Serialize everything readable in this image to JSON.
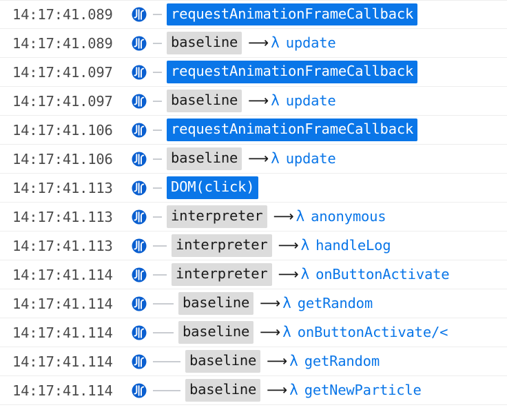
{
  "view": {
    "name": "javascript-profiler-call-tree",
    "icon_label": "javascript-engine-icon",
    "colors": {
      "event_highlight": "#0a76e8",
      "category_badge": "#dcdcdc",
      "function_name": "#0a76e8",
      "timestamp_text": "#4a4a4a",
      "row_divider": "#ededed",
      "indent_line": "#c9ccd1",
      "background": "#ffffff"
    },
    "symbols": {
      "arrow": "⟶",
      "lambda": "λ"
    }
  },
  "rows": [
    {
      "timestamp": "14:17:41.089",
      "engine": "javascript-engine-icon",
      "depth": 0,
      "kind": "event",
      "badge": "requestAnimationFrameCallback",
      "arrow": "",
      "lambda": "",
      "function": ""
    },
    {
      "timestamp": "14:17:41.089",
      "engine": "javascript-engine-icon",
      "depth": 0,
      "kind": "category",
      "badge": "baseline",
      "arrow": "⟶",
      "lambda": "λ",
      "function": "update"
    },
    {
      "timestamp": "14:17:41.097",
      "engine": "javascript-engine-icon",
      "depth": 0,
      "kind": "event",
      "badge": "requestAnimationFrameCallback",
      "arrow": "",
      "lambda": "",
      "function": ""
    },
    {
      "timestamp": "14:17:41.097",
      "engine": "javascript-engine-icon",
      "depth": 0,
      "kind": "category",
      "badge": "baseline",
      "arrow": "⟶",
      "lambda": "λ",
      "function": "update"
    },
    {
      "timestamp": "14:17:41.106",
      "engine": "javascript-engine-icon",
      "depth": 0,
      "kind": "event",
      "badge": "requestAnimationFrameCallback",
      "arrow": "",
      "lambda": "",
      "function": ""
    },
    {
      "timestamp": "14:17:41.106",
      "engine": "javascript-engine-icon",
      "depth": 0,
      "kind": "category",
      "badge": "baseline",
      "arrow": "⟶",
      "lambda": "λ",
      "function": "update"
    },
    {
      "timestamp": "14:17:41.113",
      "engine": "javascript-engine-icon",
      "depth": 0,
      "kind": "event",
      "badge": "DOM(click)",
      "arrow": "",
      "lambda": "",
      "function": ""
    },
    {
      "timestamp": "14:17:41.113",
      "engine": "javascript-engine-icon",
      "depth": 0,
      "kind": "category",
      "badge": "interpreter",
      "arrow": "⟶",
      "lambda": "λ",
      "function": "anonymous"
    },
    {
      "timestamp": "14:17:41.113",
      "engine": "javascript-engine-icon",
      "depth": 1,
      "kind": "category",
      "badge": "interpreter",
      "arrow": "⟶",
      "lambda": "λ",
      "function": "handleLog"
    },
    {
      "timestamp": "14:17:41.114",
      "engine": "javascript-engine-icon",
      "depth": 1,
      "kind": "category",
      "badge": "interpreter",
      "arrow": "⟶",
      "lambda": "λ",
      "function": "onButtonActivate"
    },
    {
      "timestamp": "14:17:41.114",
      "engine": "javascript-engine-icon",
      "depth": 2,
      "kind": "category",
      "badge": "baseline",
      "arrow": "⟶",
      "lambda": "λ",
      "function": "getRandom"
    },
    {
      "timestamp": "14:17:41.114",
      "engine": "javascript-engine-icon",
      "depth": 2,
      "kind": "category",
      "badge": "baseline",
      "arrow": "⟶",
      "lambda": "λ",
      "function": "onButtonActivate/<"
    },
    {
      "timestamp": "14:17:41.114",
      "engine": "javascript-engine-icon",
      "depth": 3,
      "kind": "category",
      "badge": "baseline",
      "arrow": "⟶",
      "lambda": "λ",
      "function": "getRandom"
    },
    {
      "timestamp": "14:17:41.114",
      "engine": "javascript-engine-icon",
      "depth": 3,
      "kind": "category",
      "badge": "baseline",
      "arrow": "⟶",
      "lambda": "λ",
      "function": "getNewParticle"
    }
  ]
}
